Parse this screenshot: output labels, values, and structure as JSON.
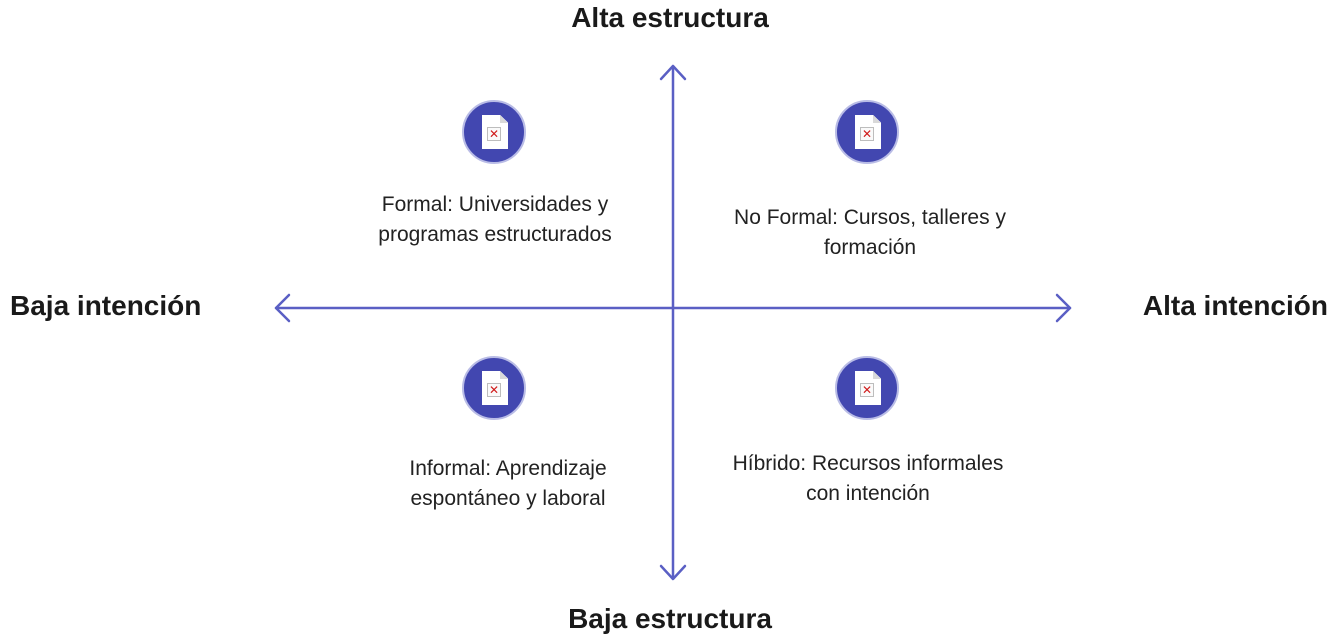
{
  "axes": {
    "top_label": "Alta estructura",
    "bottom_label": "Baja estructura",
    "left_label": "Baja intención",
    "right_label": "Alta intención",
    "color": "#5a5fc4"
  },
  "quadrants": {
    "top_left": {
      "text": "Formal: Universidades y programas estructurados",
      "icon": "broken-image-icon"
    },
    "top_right": {
      "text": "No Formal: Cursos, talleres y formación",
      "icon": "broken-image-icon"
    },
    "bottom_left": {
      "text": "Informal: Aprendizaje espontáneo y laboral",
      "icon": "broken-image-icon"
    },
    "bottom_right": {
      "text": "Híbrido: Recursos informales con intención",
      "icon": "broken-image-icon"
    }
  },
  "colors": {
    "icon_fill": "#4247b0",
    "icon_ring": "#b9bce6"
  }
}
